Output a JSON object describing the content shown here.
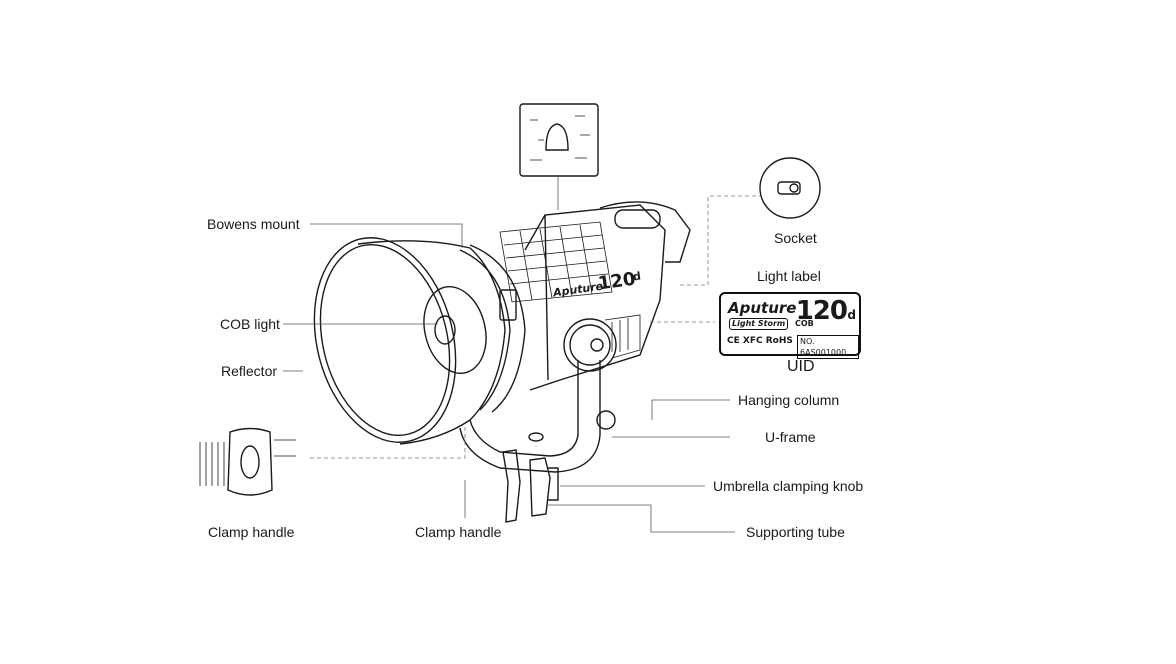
{
  "labels": {
    "bowens_mount": "Bowens mount",
    "cob_light": "COB light",
    "reflector": "Reflector",
    "clamp_handle_left": "Clamp handle",
    "clamp_handle_center": "Clamp handle",
    "socket": "Socket",
    "light_label": "Light label",
    "uid": "UID",
    "hanging_column": "Hanging column",
    "u_frame": "U-frame",
    "umbrella_clamping_knob": "Umbrella clamping knob",
    "supporting_tube": "Supporting tube"
  },
  "light_label_plate": {
    "brand": "Aputure",
    "model": "120",
    "model_suffix": "d",
    "series": "Light Storm",
    "type": "COB",
    "marks": "CE ⅩFC RoHS",
    "serial": "NO. 6AS001000"
  },
  "housing_marking": {
    "brand": "Aputure",
    "model": "120",
    "model_suffix": "d"
  }
}
